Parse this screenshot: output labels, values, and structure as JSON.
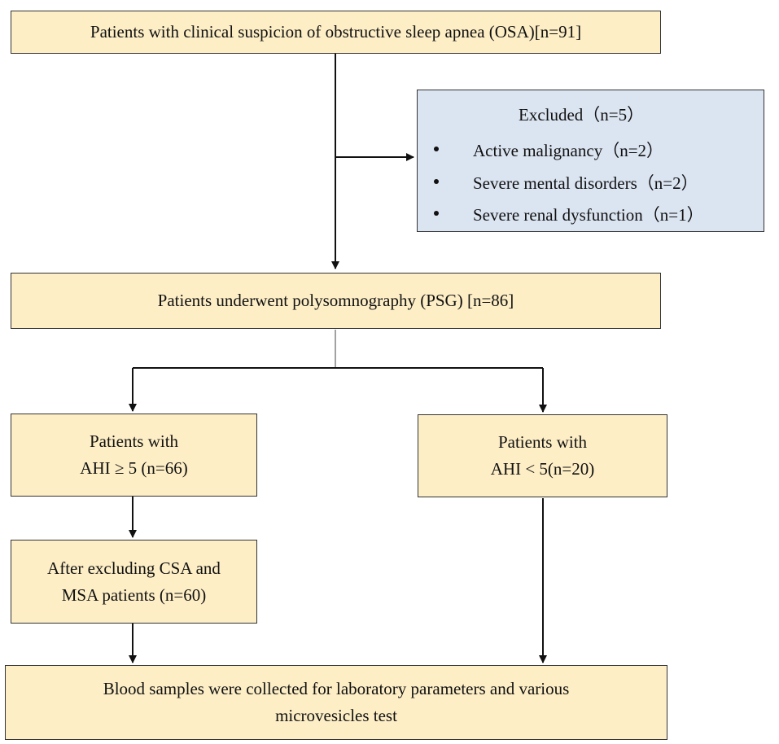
{
  "nodes": {
    "screened": {
      "label": "Patients with clinical suspicion of obstructive sleep apnea (OSA)[n=91]"
    },
    "excluded": {
      "title": "Excluded（n=5）",
      "items": [
        "Active malignancy（n=2）",
        "Severe mental disorders（n=2）",
        "Severe renal dysfunction（n=1）"
      ]
    },
    "psg": {
      "label": "Patients underwent polysomnography (PSG) [n=86]"
    },
    "ahi_ge5": {
      "line1": "Patients with",
      "line2": "AHI ≥ 5 (n=66)"
    },
    "ahi_lt5": {
      "line1": "Patients with",
      "line2": "AHI < 5(n=20)"
    },
    "after_excl": {
      "line1": "After excluding CSA and",
      "line2": "MSA patients (n=60)"
    },
    "blood": {
      "line1": "Blood samples were collected for laboratory parameters and various",
      "line2": "microvesicles test"
    }
  },
  "colors": {
    "box_fill": "#fdeec6",
    "excluded_fill": "#dbe4f1",
    "border": "#333333",
    "arrow": "#111111"
  }
}
